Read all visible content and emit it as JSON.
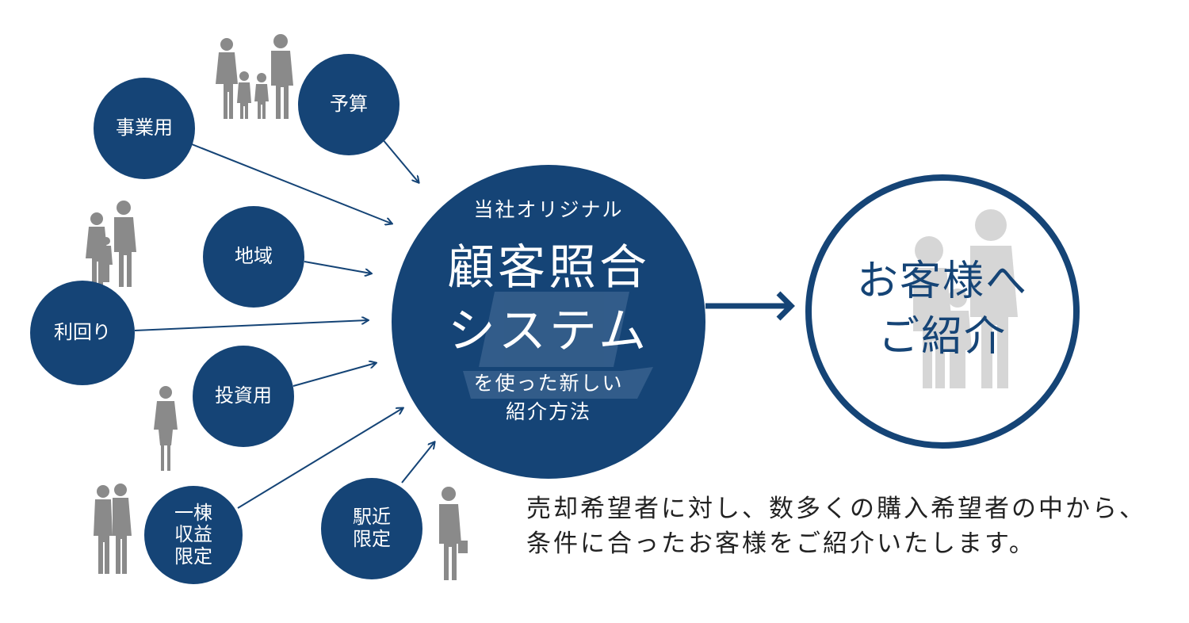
{
  "criteria": {
    "business_use": "事業用",
    "budget": "予算",
    "area": "地域",
    "yield": "利回り",
    "investment_use": "投資用",
    "whole_building_line1": "一棟",
    "whole_building_line2": "収益",
    "whole_building_line3": "限定",
    "near_station_line1": "駅近",
    "near_station_line2": "限定"
  },
  "hub": {
    "subtitle_top": "当社オリジナル",
    "title_line1": "顧客照合",
    "title_line2": "システム",
    "subtitle_bottom_line1": "を使った新しい",
    "subtitle_bottom_line2": "紹介方法"
  },
  "target": {
    "line1": "お客様へ",
    "line2": "ご紹介"
  },
  "caption": {
    "line1": "売却希望者に対し、数多くの購入希望者の中から、",
    "line2": "条件に合ったお客様をご紹介いたします。"
  },
  "colors": {
    "navy": "#154476",
    "silhouette": "#8a8a8a",
    "silhouette_light": "#d6d6d6"
  },
  "icons": [
    "family-silhouette-icon",
    "couple-silhouette-icon",
    "businesswoman-silhouette-icon",
    "couple-walking-silhouette-icon",
    "businessman-phone-silhouette-icon",
    "laptop-icon",
    "family-silhouette-light-icon",
    "right-arrow-icon"
  ]
}
